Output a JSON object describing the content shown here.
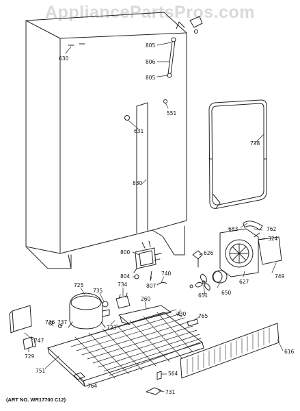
{
  "watermark": "AppliancePartsPros.com",
  "art_number": "(ART NO. WR17700 C12)",
  "colors": {
    "line": "#222222",
    "watermark": "#d9d9d9",
    "background": "#ffffff"
  },
  "callouts": {
    "c630": "630",
    "c805a": "805",
    "c806": "806",
    "c805b": "805",
    "c551": "551",
    "c631": "631",
    "c738": "738",
    "c830": "830",
    "c683": "683",
    "c762": "762",
    "c324": "324",
    "c800": "800",
    "c626": "626",
    "c804": "804",
    "c807": "807",
    "c740": "740",
    "c627": "627",
    "c749": "749",
    "c725": "725",
    "c735": "735",
    "c734": "734",
    "c651": "651",
    "c650": "650",
    "c260": "260",
    "c730": "730",
    "c765": "765",
    "c736": "736",
    "c737": "737",
    "c733": "733",
    "c747": "747",
    "c729": "729",
    "c751": "751",
    "c616": "616",
    "c564": "564",
    "c731": "731",
    "c764": "764"
  }
}
